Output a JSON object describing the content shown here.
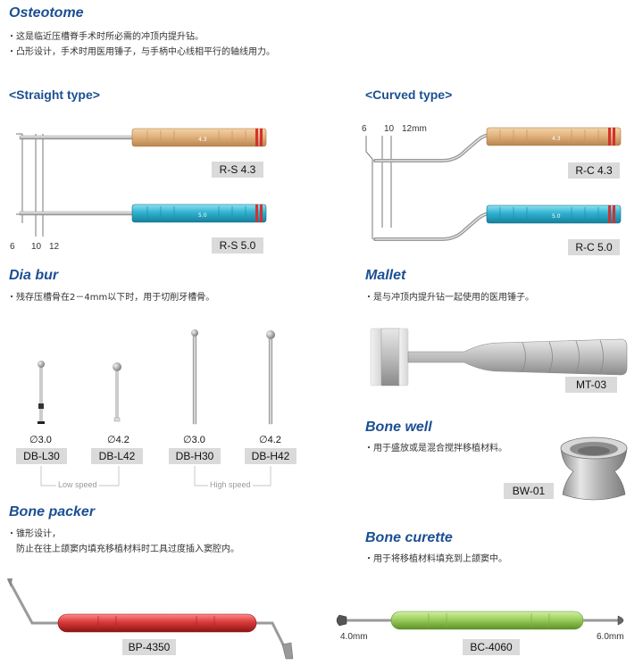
{
  "osteotome": {
    "title": "Osteotome",
    "lines": [
      "这是临近压槽脊手术时所必需的冲顶内提升钻。",
      "凸形设计，手术时用医用锤子，与手柄中心线相平行的轴线用力。"
    ]
  },
  "straight_type": {
    "title": "<Straight type>",
    "models": [
      "R-S 4.3",
      "R-S 5.0"
    ],
    "handle_marks": [
      "4.3",
      "5.0"
    ],
    "dims": [
      "6",
      "10",
      "12"
    ]
  },
  "curved_type": {
    "title": "<Curved type>",
    "models": [
      "R-C 4.3",
      "R-C 5.0"
    ],
    "handle_marks": [
      "4.3",
      "5.0"
    ],
    "dims": [
      "6",
      "10",
      "12mm"
    ]
  },
  "dia_bur": {
    "title": "Dia bur",
    "lines": [
      "残存压槽骨在2－4mm以下时，用于切削牙槽骨。"
    ],
    "items": [
      {
        "diameter": "∅3.0",
        "model": "DB-L30"
      },
      {
        "diameter": "∅4.2",
        "model": "DB-L42"
      },
      {
        "diameter": "∅3.0",
        "model": "DB-H30"
      },
      {
        "diameter": "∅4.2",
        "model": "DB-H42"
      }
    ],
    "speeds": [
      "Low speed",
      "High speed"
    ]
  },
  "mallet": {
    "title": "Mallet",
    "lines": [
      "是与冲顶内提升钻一起使用的医用锤子。"
    ],
    "model": "MT-03"
  },
  "bone_well": {
    "title": "Bone well",
    "lines": [
      "用于盛放或是混合搅拌移植材料。"
    ],
    "model": "BW-01"
  },
  "bone_packer": {
    "title": "Bone packer",
    "lines": [
      "锥形设计，"
    ],
    "cont": "防止在往上颌窦内填充移植材料时工具过度插入窦腔内。",
    "model": "BP-4350"
  },
  "bone_curette": {
    "title": "Bone curette",
    "lines": [
      "用于将移植材料填充到上颌窦中。"
    ],
    "model": "BC-4060",
    "dims": [
      "4.0mm",
      "6.0mm"
    ]
  },
  "colors": {
    "heading": "#1b4f93",
    "gold_handle": "#e2b37e",
    "blue_handle": "#2fb2d0",
    "red_handle": "#d83a3a",
    "green_handle": "#9ccf5e",
    "label_bg": "#dadada"
  }
}
